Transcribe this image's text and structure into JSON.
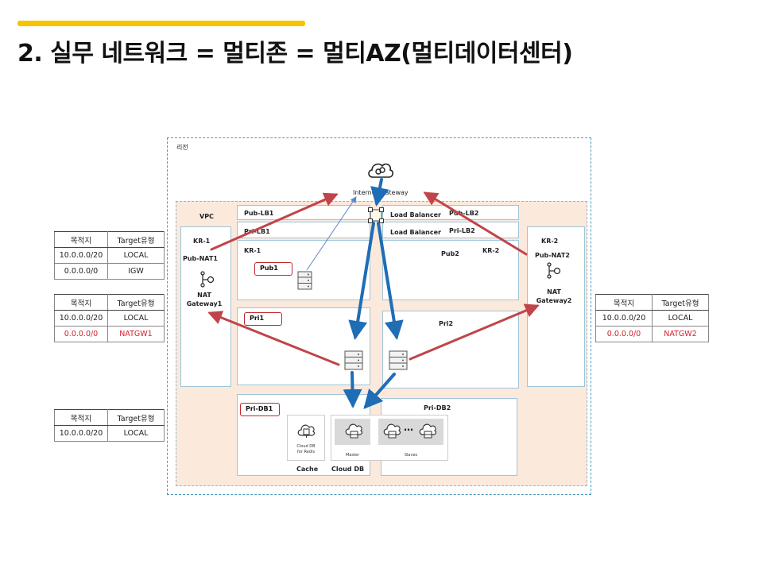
{
  "title": "2. 실무 네트워크 = 멀티존 = 멀티AZ(멀티데이터센터)",
  "region_label": "리전",
  "internet_gateway": "Internet Gateway",
  "vpc_label": "VPC",
  "subnets": {
    "pub_lb1": "Pub-LB1",
    "pri_lb1": "Pri-LB1",
    "pub_lb2": "Pub-LB2",
    "pri_lb2": "Pri-LB2",
    "lb_upper": "Load Balancer",
    "lb_lower": "Load Balancer",
    "kr1_center": "KR-1",
    "pub1": "Pub1",
    "pub2": "Pub2",
    "kr2_center": "KR-2",
    "pri1": "Pri1",
    "pri2": "Pri2",
    "pri_db1": "Pri-DB1",
    "pri_db2": "Pri-DB2"
  },
  "left_zone": {
    "zone": "KR-1",
    "subnet": "Pub-NAT1",
    "nat_line1": "NAT",
    "nat_line2": "Gateway1"
  },
  "right_zone": {
    "zone": "KR-2",
    "subnet": "Pub-NAT2",
    "nat_line1": "NAT",
    "nat_line2": "Gateway2"
  },
  "db": {
    "redis_line1": "Cloud DB",
    "redis_line2": "for Redis",
    "ellipsis": "…",
    "master": "Master",
    "slaves": "Slaves",
    "cache": "Cache",
    "cloud_db": "Cloud DB"
  },
  "route_header": {
    "dest": "목적지",
    "target": "Target유형"
  },
  "route_tables": [
    [
      [
        "10.0.0.0/20",
        "LOCAL"
      ],
      [
        "0.0.0.0/0",
        "IGW"
      ]
    ],
    [
      [
        "10.0.0.0/20",
        "LOCAL"
      ],
      [
        "0.0.0.0/0",
        "NATGW1"
      ]
    ],
    [
      [
        "10.0.0.0/20",
        "LOCAL"
      ],
      [
        "0.0.0.0/0",
        "NATGW2"
      ]
    ],
    [
      [
        "10.0.0.0/20",
        "LOCAL"
      ]
    ]
  ],
  "colors": {
    "accent": "#F7C300",
    "red_arrow": "#c0444a",
    "blue_arrow": "#1f6db5",
    "highlight": "#d2222b"
  }
}
